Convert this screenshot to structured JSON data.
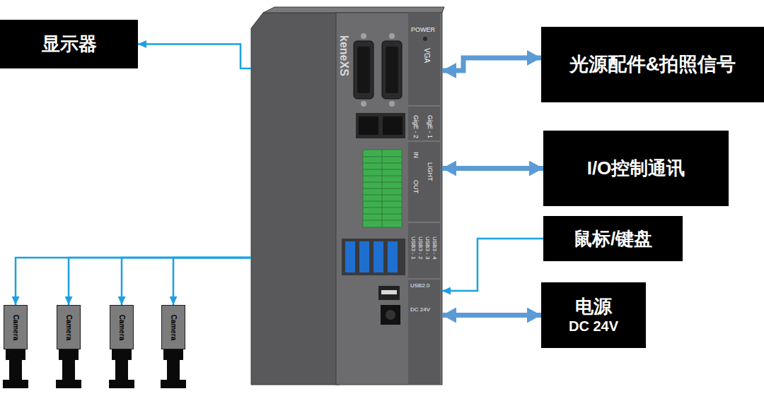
{
  "diagram": {
    "nodes": [
      {
        "text": [
          "显示器"
        ]
      },
      {
        "text": [
          "keneXS",
          "POWER",
          "VGA",
          "GigE - 2",
          "GigE - 1",
          "IN",
          "OUT",
          "LIGHT",
          "USB3 - 1",
          "USB3 - 2",
          "USB3 - 3",
          "USB3 - 4",
          "USB2.0",
          "DC 24V"
        ]
      },
      {
        "text": [
          "光源配件&拍照信号"
        ]
      },
      {
        "text": [
          "I/O控制通讯"
        ]
      },
      {
        "text": [
          "鼠标/键盘"
        ]
      },
      {
        "text": [
          "电源",
          "DC 24V"
        ]
      },
      {
        "text": [
          "Camera"
        ]
      },
      {
        "text": [
          "Camera"
        ]
      },
      {
        "text": [
          "Camera"
        ]
      },
      {
        "text": [
          "Camera"
        ]
      }
    ],
    "edges": [
      {
        "from": 1,
        "to": 0,
        "arrow": "to"
      },
      {
        "from": 1,
        "to": 2,
        "arrow": "both"
      },
      {
        "from": 1,
        "to": 3,
        "arrow": "both"
      },
      {
        "from": 4,
        "to": 1,
        "arrow": "to"
      },
      {
        "from": 1,
        "to": 5,
        "arrow": "both"
      },
      {
        "from": 1,
        "to": 6,
        "arrow": "to"
      },
      {
        "from": 1,
        "to": 7,
        "arrow": "to"
      },
      {
        "from": 1,
        "to": 8,
        "arrow": "to"
      },
      {
        "from": 1,
        "to": 9,
        "arrow": "to"
      }
    ]
  }
}
